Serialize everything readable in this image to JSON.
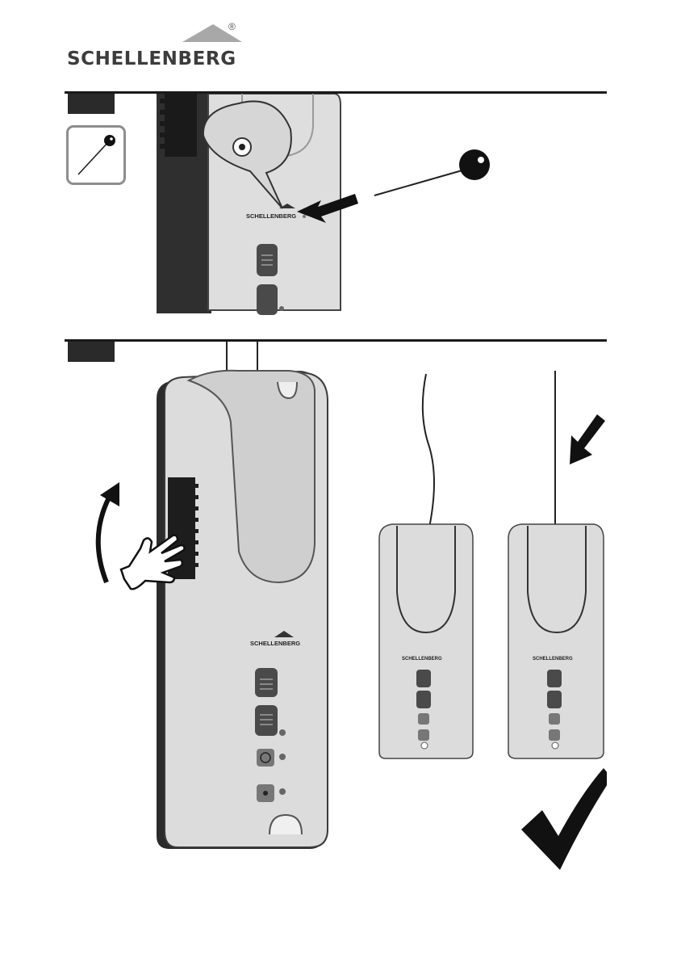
{
  "header": {
    "brand": "SCHELLENBERG",
    "registered_mark": "®"
  },
  "step1": {
    "tool_icon": "pin-tool-icon",
    "device_brand": "SCHELLENBERG",
    "arrow_icon": "arrow-left-icon"
  },
  "step2": {
    "main_device_brand": "SCHELLENBERG",
    "remote_left_brand": "SCHELLENBERG",
    "remote_right_brand": "SCHELLENBERG",
    "gesture_icon": "hand-icon",
    "rotate_icon": "curved-arrow-up-icon",
    "arrow_icon": "arrow-down-left-icon",
    "confirm_icon": "checkmark-icon"
  },
  "colors": {
    "ink": "#1a1a1a",
    "device_body": "#dcdcdc",
    "device_shade": "#bdbdbd",
    "frame_gray": "#8d8d8d"
  }
}
